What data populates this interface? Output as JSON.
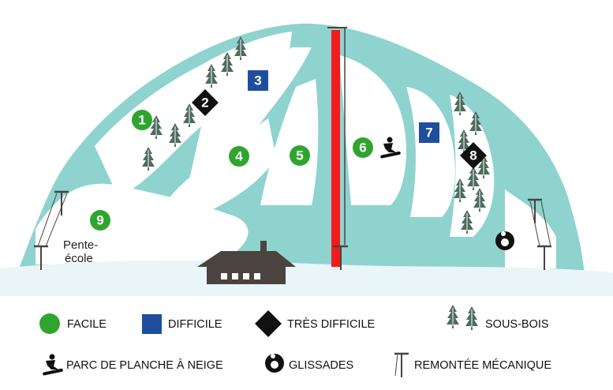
{
  "colors": {
    "sky": "#ffffff",
    "slope_teal": "#8fd3cf",
    "snow": "#ffffff",
    "snow_shadow": "#e9f5f6",
    "green": "#2fa52f",
    "blue": "#1f4e9c",
    "black": "#111111",
    "lift_red": "#ee1c1c",
    "tree": "#4e6b5e",
    "chalet": "#4a4340"
  },
  "trails": [
    {
      "number": "1",
      "difficulty": "facile"
    },
    {
      "number": "2",
      "difficulty": "tres_difficile"
    },
    {
      "number": "3",
      "difficulty": "difficile"
    },
    {
      "number": "4",
      "difficulty": "facile"
    },
    {
      "number": "5",
      "difficulty": "facile"
    },
    {
      "number": "6",
      "difficulty": "facile"
    },
    {
      "number": "7",
      "difficulty": "difficile"
    },
    {
      "number": "8",
      "difficulty": "tres_difficile"
    },
    {
      "number": "9",
      "difficulty": "facile"
    }
  ],
  "map_labels": {
    "beginner_area": [
      "Pente-",
      "école"
    ]
  },
  "icons": {
    "snowpark": "snowboarder-icon",
    "tubing": "tube-slide-icon",
    "lift": "t-bar-lift-icon",
    "glade": "pine-tree-icon",
    "lodge": "chalet-icon"
  },
  "legend": {
    "facile": "FACILE",
    "difficile": "DIFFICILE",
    "tres_difficile": "TRÈS DIFFICILE",
    "sous_bois": "SOUS-BOIS",
    "parc": "PARC DE PLANCHE À NEIGE",
    "glissades": "GLISSADES",
    "remontee": "REMONTÉE MÉCANIQUE"
  }
}
